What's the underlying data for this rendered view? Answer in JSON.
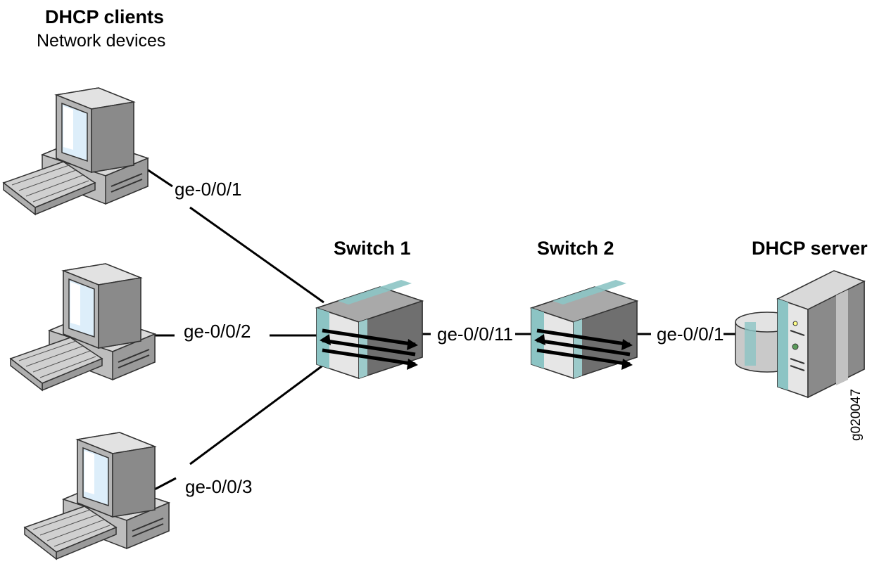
{
  "title": "DHCP clients",
  "subtitle": "Network devices",
  "nodes": {
    "switch1": "Switch 1",
    "switch2": "Switch 2",
    "server": "DHCP server"
  },
  "ports": {
    "client1": "ge-0/0/1",
    "client2": "ge-0/0/2",
    "client3": "ge-0/0/3",
    "trunk": "ge-0/0/11",
    "server": "ge-0/0/1"
  },
  "figure_id": "g020047",
  "colors": {
    "line": "#000000",
    "teal": "#8cc4c4",
    "switch_front": "#e8e8e8",
    "switch_top": "#a9a9a9",
    "switch_side": "#6f6f6f",
    "monitor_body": "#c8c8c8",
    "screen": "#ddeefa",
    "server_body": "#c9c9c9"
  }
}
